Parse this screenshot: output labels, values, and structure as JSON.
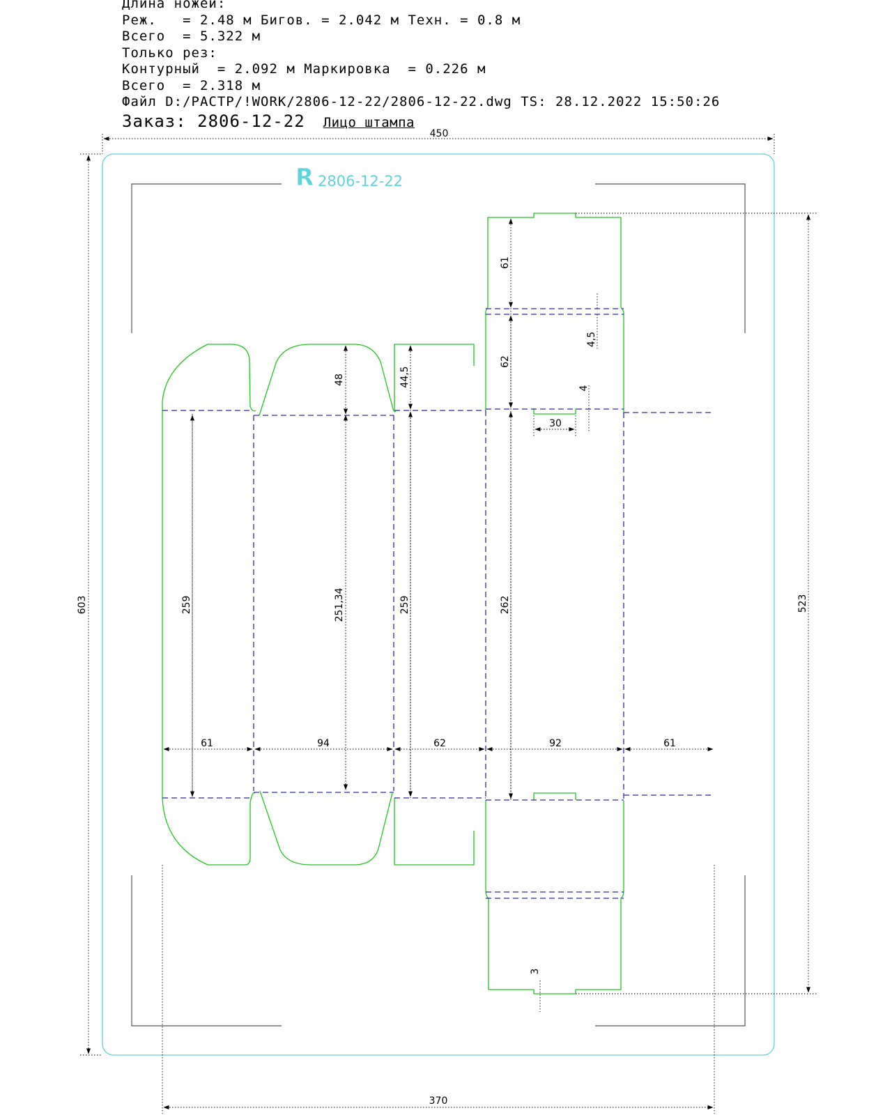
{
  "header": {
    "line1": "Длина ножей:",
    "line2": "Реж.   = 2.48 м Бигов. = 2.042 м Техн. = 0.8 м",
    "line3": "Всего  = 5.322 м",
    "line4": "Только рез:",
    "line5": "Контурный  = 2.092 м Маркировка  = 0.226 м",
    "line6": "Всего  = 2.318 м",
    "line7": "Файл D:/РАСТР/!WORK/2806-12-22/2806-12-22.dwg TS: 28.12.2022 15:50:26",
    "order_label": "Заказ: 2806-12-22",
    "face_label": "Лицо штампа"
  },
  "logo": {
    "mark": "R",
    "text": "2806-12-22"
  },
  "colors": {
    "cut": "#21c421",
    "crease": "#2b2b9c",
    "frame": "#5fd3de",
    "dim": "#000000",
    "bracket": "#555555"
  },
  "dimensions": {
    "overall_width": "450",
    "overall_height": "603",
    "right_height": "523",
    "bottom_width": "370",
    "panel_widths": [
      "61",
      "94",
      "62",
      "92",
      "61"
    ],
    "panel_heights": [
      "259",
      "251,34",
      "259",
      "262"
    ],
    "top_flap_48": "48",
    "top_flap_44_5": "44,5",
    "lid_61": "61",
    "lid_62": "62",
    "d_4_5": "4,5",
    "d_4": "4",
    "d_30": "30",
    "d_3": "3"
  }
}
